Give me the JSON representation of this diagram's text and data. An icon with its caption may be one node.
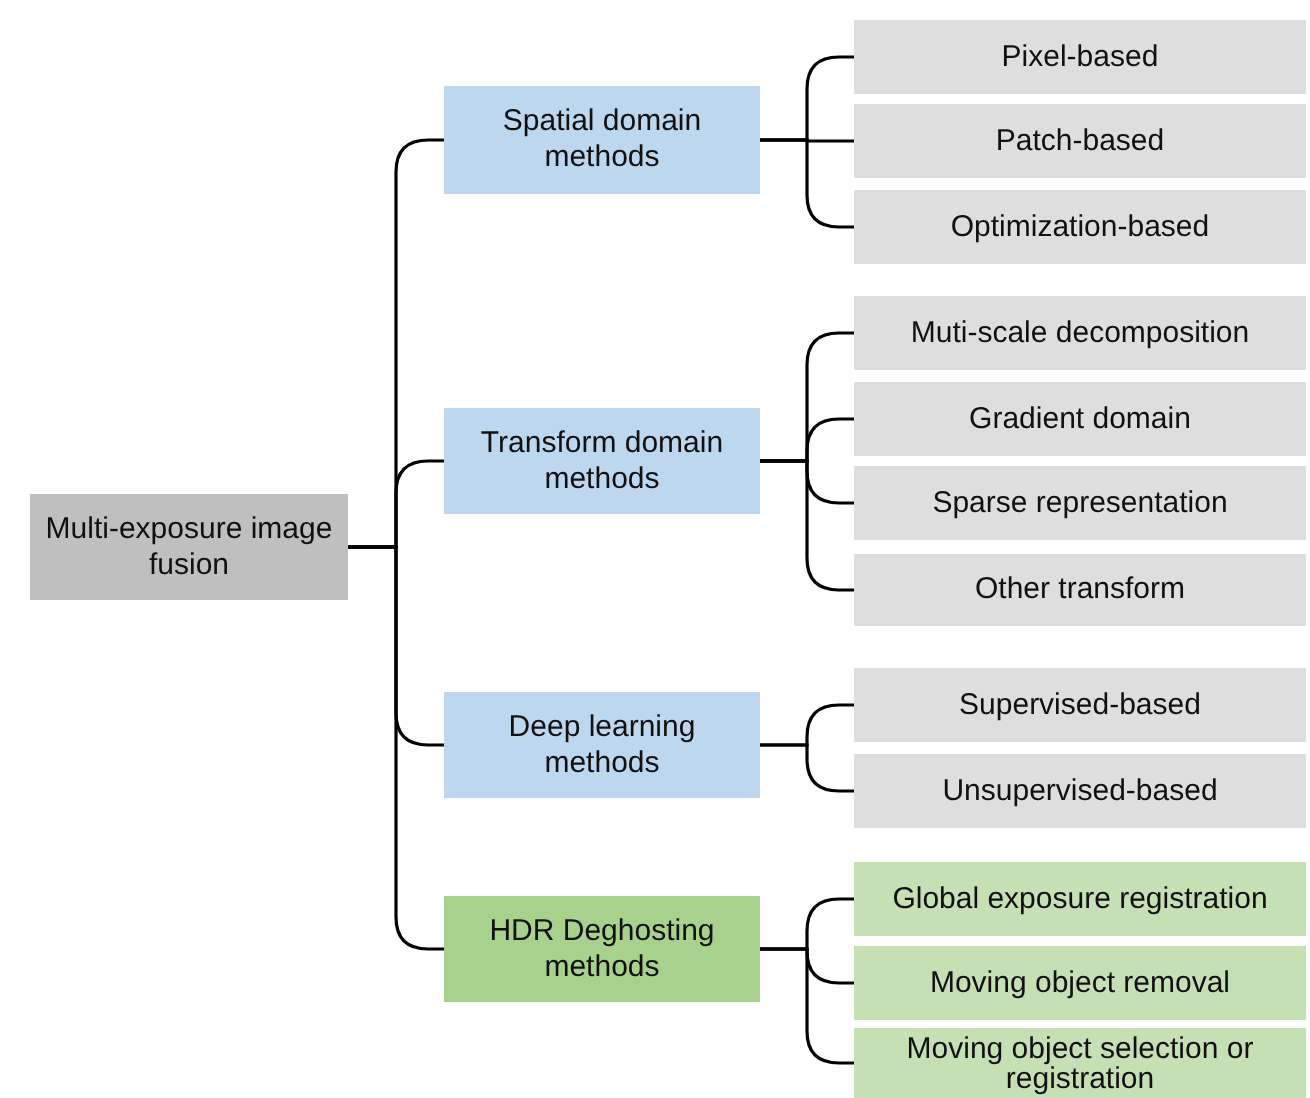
{
  "diagram": {
    "nodes": [
      {
        "text": [
          "Multi-exposure image fusion"
        ]
      },
      {
        "text": [
          "Spatial domain methods"
        ]
      },
      {
        "text": [
          "Pixel-based"
        ]
      },
      {
        "text": [
          "Patch-based"
        ]
      },
      {
        "text": [
          "Optimization-based"
        ]
      },
      {
        "text": [
          "Transform domain methods"
        ]
      },
      {
        "text": [
          "Muti-scale decomposition"
        ]
      },
      {
        "text": [
          "Gradient domain"
        ]
      },
      {
        "text": [
          "Sparse representation"
        ]
      },
      {
        "text": [
          "Other transform"
        ]
      },
      {
        "text": [
          "Deep learning methods"
        ]
      },
      {
        "text": [
          "Supervised-based"
        ]
      },
      {
        "text": [
          "Unsupervised-based"
        ]
      },
      {
        "text": [
          "HDR Deghosting methods"
        ]
      },
      {
        "text": [
          "Global exposure registration"
        ]
      },
      {
        "text": [
          "Moving object removal"
        ]
      },
      {
        "text": [
          "Moving object selection or registration"
        ]
      }
    ],
    "edges": [
      {
        "from": 0,
        "to": 1,
        "arrow": "none"
      },
      {
        "from": 0,
        "to": 5,
        "arrow": "none"
      },
      {
        "from": 0,
        "to": 10,
        "arrow": "none"
      },
      {
        "from": 0,
        "to": 13,
        "arrow": "none"
      },
      {
        "from": 1,
        "to": 2,
        "arrow": "none"
      },
      {
        "from": 1,
        "to": 3,
        "arrow": "none"
      },
      {
        "from": 1,
        "to": 4,
        "arrow": "none"
      },
      {
        "from": 5,
        "to": 6,
        "arrow": "none"
      },
      {
        "from": 5,
        "to": 7,
        "arrow": "none"
      },
      {
        "from": 5,
        "to": 8,
        "arrow": "none"
      },
      {
        "from": 5,
        "to": 9,
        "arrow": "none"
      },
      {
        "from": 10,
        "to": 11,
        "arrow": "none"
      },
      {
        "from": 10,
        "to": 12,
        "arrow": "none"
      },
      {
        "from": 13,
        "to": 14,
        "arrow": "none"
      },
      {
        "from": 13,
        "to": 15,
        "arrow": "none"
      },
      {
        "from": 13,
        "to": 16,
        "arrow": "none"
      }
    ]
  }
}
